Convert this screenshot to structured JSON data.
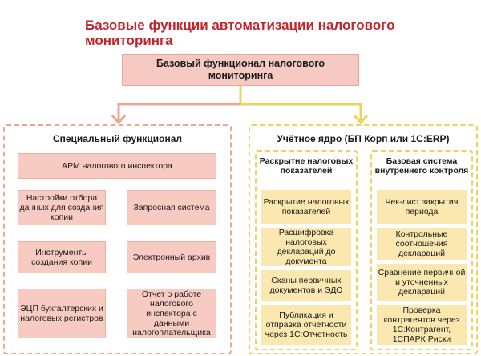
{
  "title": "Базовые функции автоматизации налогового мониторинга",
  "top_box": "Базовый функционал налогового мониторинга",
  "colors": {
    "title": "#c0262d",
    "pink_fill": "#f8cbc2",
    "pink_border": "#f1a592",
    "yellow_fill": "#fbe8b0",
    "yellow_border": "#ecd35a"
  },
  "special": {
    "title": "Специальный функционал",
    "arm": "АРМ налогового инспектора",
    "items": [
      "Настройки отбора данных для создания копии",
      "Запросная система",
      "Инструменты создания копии",
      "Электронный архив",
      "ЭЦП бухгалтерских и налоговых регистров",
      "Отчет о работе налогового инспектора с данными налогоплательщика"
    ]
  },
  "core": {
    "title": "Учётное ядро (БП Корп или 1С:ERP)",
    "disclosure": {
      "title": "Раскрытие налоговых показателей",
      "items": [
        "Раскрытие налоговых показателей",
        "Расшифровка налоговых деклараций до документа",
        "Сканы первичных документов и ЭДО",
        "Публикация и отправка отчетности через 1С:Отчетность"
      ]
    },
    "control": {
      "title": "Базовая система внутреннего контроля",
      "items": [
        "Чек-лист закрытия периода",
        "Контрольные соотношения деклараций",
        "Сравнение первичной и уточненных деклараций",
        "Проверка контрагентов через 1С:Контрагент, 1СПАРК Риски"
      ]
    }
  }
}
